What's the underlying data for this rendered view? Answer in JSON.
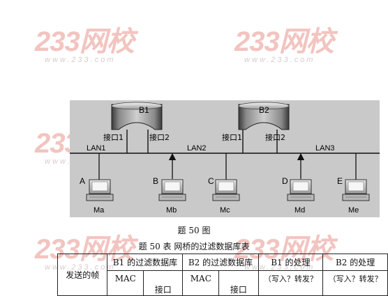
{
  "watermark": {
    "brand": "233网校",
    "url": "www.233.com"
  },
  "diagram": {
    "bridges": [
      {
        "name": "B1",
        "ports": [
          "接口1",
          "接口2"
        ]
      },
      {
        "name": "B2",
        "ports": [
          "接口1",
          "接口2"
        ]
      }
    ],
    "lans": [
      "LAN1",
      "LAN2",
      "LAN3"
    ],
    "hosts": [
      {
        "label": "A",
        "mac": "Ma"
      },
      {
        "label": "B",
        "mac": "Mb"
      },
      {
        "label": "C",
        "mac": "Mc"
      },
      {
        "label": "D",
        "mac": "Md"
      },
      {
        "label": "E",
        "mac": "Me"
      }
    ]
  },
  "figure_caption": "题 50 图",
  "table_caption": "题 50 表  网桥的过滤数据库表",
  "table": {
    "frame_header": "发送的帧",
    "b1_db": "B1 的过滤数据库",
    "b2_db": "B2 的过滤数据库",
    "b1_action": "B1 的处理",
    "b2_action": "B2 的处理",
    "b1_action_note": "（写入？转发？",
    "b2_action_note": "（写入？转发？",
    "mac": "MAC",
    "port": "接口"
  }
}
